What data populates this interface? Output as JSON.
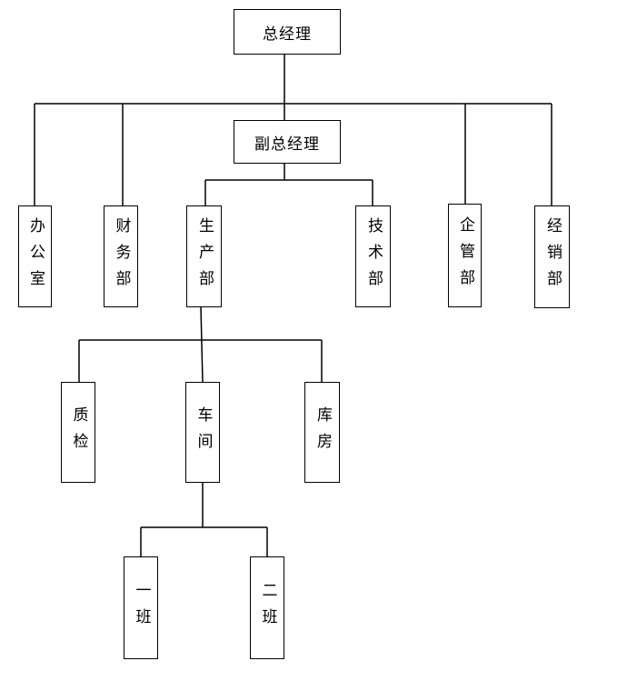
{
  "nodes": {
    "gm": "总经理",
    "vgm": "副总经理",
    "office": "办公室",
    "finance": "财务部",
    "production": "生产部",
    "technology": "技术部",
    "enterprise_mgmt": "企管部",
    "sales": "经销部",
    "qc": "质检",
    "workshop": "车间",
    "warehouse": "库房",
    "team1": "一班",
    "team2": "二班"
  }
}
